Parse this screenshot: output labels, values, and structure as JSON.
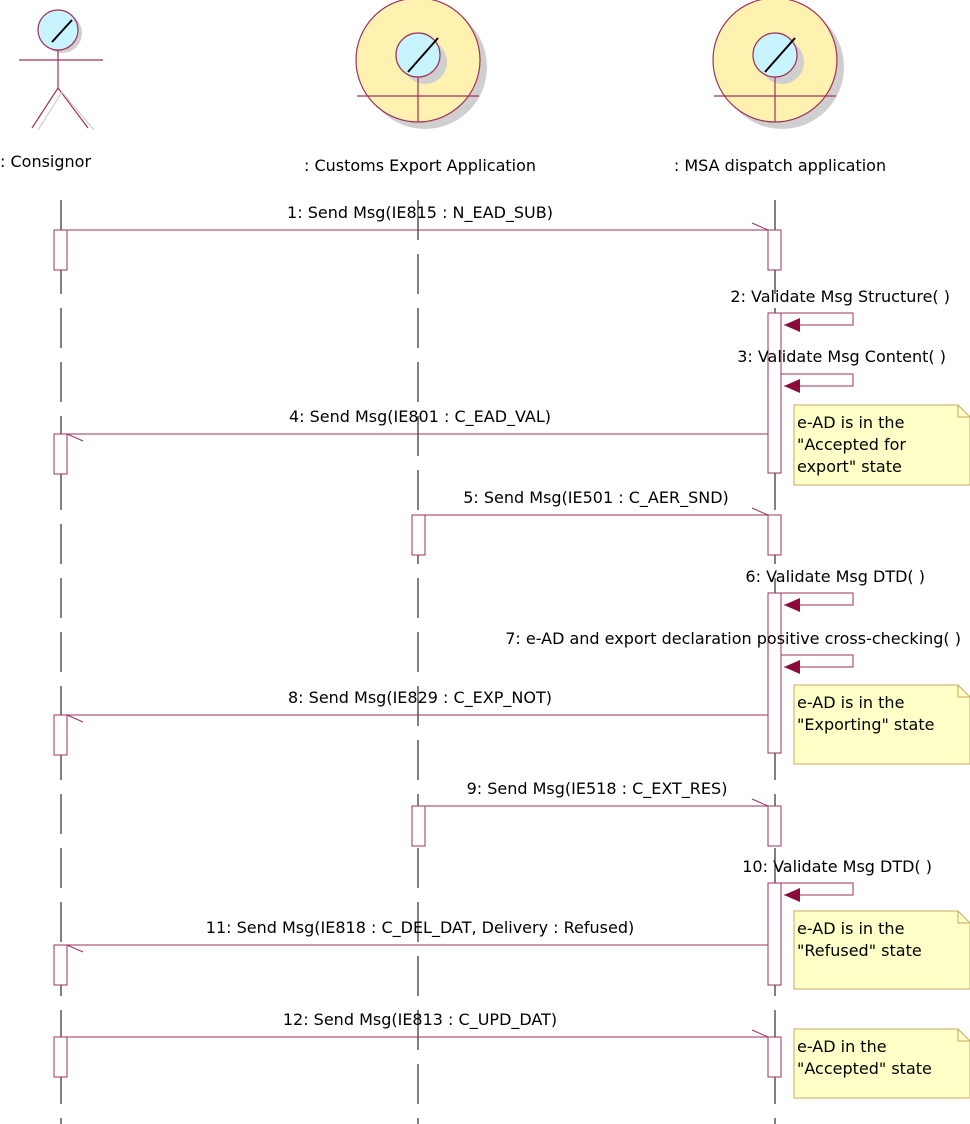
{
  "participants": [
    {
      "id": "consignor",
      "label": ": Consignor",
      "kind": "actor"
    },
    {
      "id": "customs",
      "label": ": Customs Export Application",
      "kind": "boundary"
    },
    {
      "id": "msa",
      "label": ": MSA dispatch application",
      "kind": "boundary"
    }
  ],
  "messages": [
    {
      "num": 1,
      "label": "1: Send Msg(IE815 : N_EAD_SUB)",
      "from": "consignor",
      "to": "msa"
    },
    {
      "num": 2,
      "label": "2: Validate Msg Structure( )",
      "from": "msa",
      "to": "msa"
    },
    {
      "num": 3,
      "label": "3: Validate Msg Content( )",
      "from": "msa",
      "to": "msa"
    },
    {
      "num": 4,
      "label": "4: Send Msg(IE801 : C_EAD_VAL)",
      "from": "msa",
      "to": "consignor"
    },
    {
      "num": 5,
      "label": "5: Send Msg(IE501 : C_AER_SND)",
      "from": "customs",
      "to": "msa"
    },
    {
      "num": 6,
      "label": "6: Validate Msg DTD( )",
      "from": "msa",
      "to": "msa"
    },
    {
      "num": 7,
      "label": "7: e-AD and export declaration positive cross-checking( )",
      "from": "msa",
      "to": "msa"
    },
    {
      "num": 8,
      "label": "8: Send Msg(IE829 : C_EXP_NOT)",
      "from": "msa",
      "to": "consignor"
    },
    {
      "num": 9,
      "label": "9: Send Msg(IE518 : C_EXT_RES)",
      "from": "customs",
      "to": "msa"
    },
    {
      "num": 10,
      "label": "10: Validate Msg DTD( )",
      "from": "msa",
      "to": "msa"
    },
    {
      "num": 11,
      "label": "11: Send Msg(IE818 : C_DEL_DAT, Delivery : Refused)",
      "from": "msa",
      "to": "consignor"
    },
    {
      "num": 12,
      "label": "12: Send Msg(IE813 : C_UPD_DAT)",
      "from": "consignor",
      "to": "msa"
    }
  ],
  "notes": [
    {
      "lines": [
        "e-AD is in the",
        "\"Accepted for",
        "export\" state"
      ]
    },
    {
      "lines": [
        "e-AD is in the",
        "\"Exporting\" state"
      ]
    },
    {
      "lines": [
        "e-AD is in the",
        "\"Refused\" state"
      ]
    },
    {
      "lines": [
        "e-AD in the",
        "\"Accepted\" state"
      ]
    }
  ],
  "colors": {
    "line": "#a0305a",
    "arrow_head": "#8b0a3a",
    "note_fill": "#ffffc8",
    "note_border": "#c8a860",
    "boundary_fill": "#fff8c8",
    "boundary_bg": "#fff2b0",
    "lens_fill": "#c8f4ff",
    "shadow": "#cfcfcf"
  }
}
